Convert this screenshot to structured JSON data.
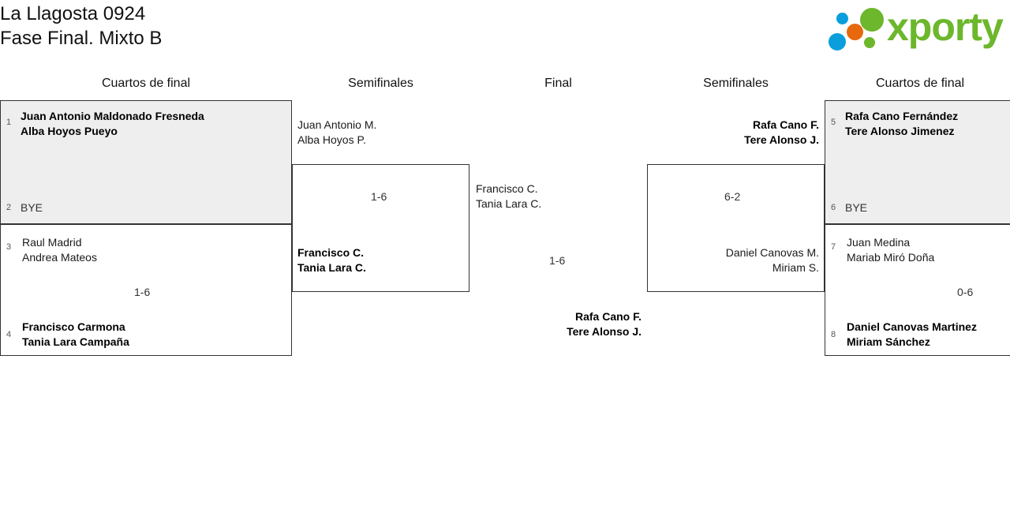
{
  "header": {
    "title_line1": "La Llagosta 0924",
    "title_line2": "Fase Final. Mixto B",
    "logo_text": "xporty",
    "logo_colors": {
      "green": "#6cb72b",
      "blue": "#0a9fdc",
      "orange": "#e8690b"
    }
  },
  "rounds": [
    {
      "id": "qf-left",
      "label": "Cuartos de final"
    },
    {
      "id": "sf-left",
      "label": "Semifinales"
    },
    {
      "id": "final",
      "label": "Final"
    },
    {
      "id": "sf-right",
      "label": "Semifinales"
    },
    {
      "id": "qf-right",
      "label": "Cuartos de final"
    }
  ],
  "matches": {
    "qf1": {
      "score": "",
      "top": {
        "seed": "1",
        "p1": "Juan Antonio Maldonado Fresneda",
        "p2": "Alba Hoyos Pueyo",
        "winner": true
      },
      "bottom": {
        "seed": "2",
        "bye": "BYE",
        "winner": false
      }
    },
    "qf2": {
      "score": "1-6",
      "top": {
        "seed": "3",
        "p1": "Raul Madrid",
        "p2": "Andrea Mateos",
        "winner": false
      },
      "bottom": {
        "seed": "4",
        "p1": "Francisco Carmona",
        "p2": "Tania Lara Campaña",
        "winner": true
      }
    },
    "sf_left": {
      "score": "1-6",
      "top": {
        "p1": "Juan Antonio M.",
        "p2": "Alba Hoyos P.",
        "winner": false
      },
      "bottom": {
        "p1": "Francisco C.",
        "p2": "Tania Lara C.",
        "winner": true
      }
    },
    "final": {
      "score": "1-6",
      "left": {
        "p1": "Francisco C.",
        "p2": "Tania Lara C.",
        "winner": false
      },
      "right": {
        "p1": "Rafa Cano F.",
        "p2": "Tere Alonso J.",
        "winner": true
      }
    },
    "sf_right": {
      "score": "6-2",
      "top": {
        "p1": "Rafa Cano F.",
        "p2": "Tere Alonso J.",
        "winner": true
      },
      "bottom": {
        "p1": "Daniel Canovas M.",
        "p2": "Miriam S.",
        "winner": false
      }
    },
    "qf3": {
      "score": "",
      "top": {
        "seed": "5",
        "p1": "Rafa Cano Fernández",
        "p2": "Tere Alonso Jimenez",
        "winner": true
      },
      "bottom": {
        "seed": "6",
        "bye": "BYE",
        "winner": false
      }
    },
    "qf4": {
      "score": "0-6",
      "top": {
        "seed": "7",
        "p1": "Juan Medina",
        "p2": "Mariab Miró Doña",
        "winner": false
      },
      "bottom": {
        "seed": "8",
        "p1": "Daniel Canovas Martinez",
        "p2": "Miriam Sánchez",
        "winner": true
      }
    }
  }
}
